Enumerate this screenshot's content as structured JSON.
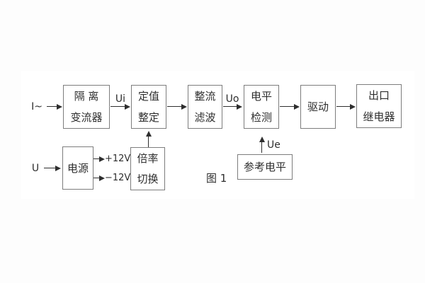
{
  "figure": {
    "caption": "图 1",
    "blocks": [
      {
        "id": "isolation-transformer",
        "lines": [
          "隔 离",
          "变流器"
        ]
      },
      {
        "id": "setpoint-adjust",
        "lines": [
          "定值",
          "整定"
        ]
      },
      {
        "id": "rectify-filter",
        "lines": [
          "整流",
          "滤波"
        ]
      },
      {
        "id": "level-detect",
        "lines": [
          "电平",
          "检测"
        ]
      },
      {
        "id": "drive",
        "lines": [
          "驱动"
        ]
      },
      {
        "id": "output-relay",
        "lines": [
          "出口",
          "继电器"
        ]
      },
      {
        "id": "power-supply",
        "lines": [
          "电源"
        ]
      },
      {
        "id": "ratio-switch",
        "lines": [
          "倍率",
          "切换"
        ]
      },
      {
        "id": "reference-level",
        "lines": [
          "参考电平"
        ]
      }
    ],
    "labels": {
      "i_input": "I~",
      "u_input": "U",
      "ui": "Ui",
      "uo": "Uo",
      "ue": "Ue",
      "plus_12v": "+12V",
      "minus_12v": "−12V"
    },
    "connections": [
      {
        "from": "I~ input",
        "to": "隔离变流器"
      },
      {
        "from": "隔离变流器",
        "to": "定值整定",
        "label": "Ui"
      },
      {
        "from": "定值整定",
        "to": "整流滤波"
      },
      {
        "from": "整流滤波",
        "to": "电平检测",
        "label": "Uo"
      },
      {
        "from": "电平检测",
        "to": "驱动"
      },
      {
        "from": "驱动",
        "to": "出口继电器"
      },
      {
        "from": "U input",
        "to": "电源"
      },
      {
        "from": "电源",
        "to": "倍率切换",
        "label": "+12V"
      },
      {
        "from": "电源",
        "to": "倍率切换",
        "label": "−12V"
      },
      {
        "from": "倍率切换",
        "to": "定值整定"
      },
      {
        "from": "参考电平",
        "to": "电平检测",
        "label": "Ue"
      }
    ]
  }
}
